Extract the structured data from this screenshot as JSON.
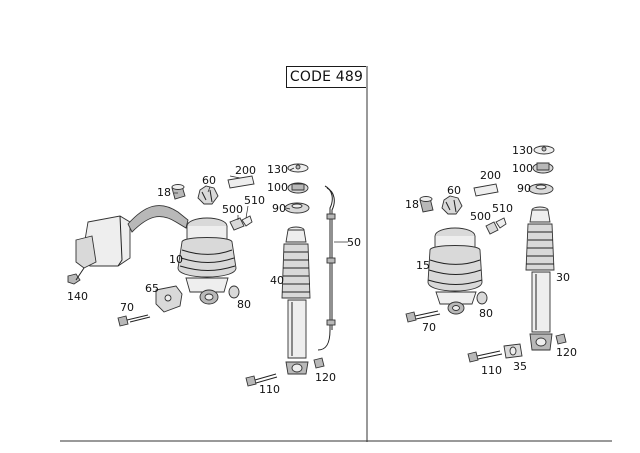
{
  "header": {
    "code_label": "CODE 489"
  },
  "left_assembly": {
    "callouts": {
      "c10": "10",
      "c18": "18",
      "c40": "40",
      "c50": "50",
      "c60": "60",
      "c65": "65",
      "c70": "70",
      "c80": "80",
      "c90": "90",
      "c100": "100",
      "c110": "110",
      "c120": "120",
      "c130": "130",
      "c140": "140",
      "c200": "200",
      "c500": "500",
      "c510": "510"
    }
  },
  "right_assembly": {
    "callouts": {
      "c15": "15",
      "c18": "18",
      "c30": "30",
      "c35": "35",
      "c60": "60",
      "c70": "70",
      "c80": "80",
      "c90": "90",
      "c100": "100",
      "c110": "110",
      "c120": "120",
      "c130": "130",
      "c200": "200",
      "c500": "500",
      "c510": "510"
    }
  },
  "colors": {
    "line": "#222222",
    "shade_light": "#eeeeee",
    "shade_mid": "#d9d9d9",
    "shade_dark": "#b8b8b8"
  }
}
